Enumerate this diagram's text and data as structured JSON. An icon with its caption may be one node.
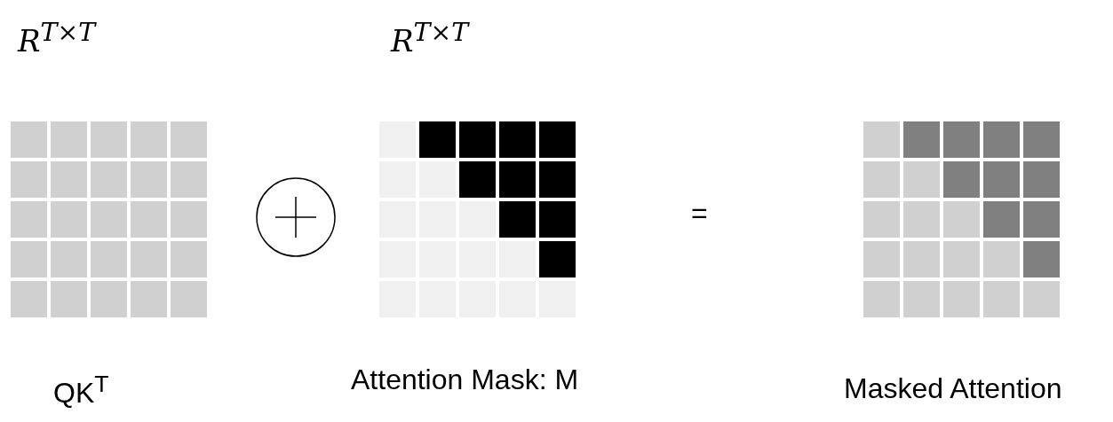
{
  "diagram": {
    "labels": [
      "R$^{T×T}$",
      "R$^{T×T}$",
      "=",
      "QK$^{T}$",
      "Attention Mask: M",
      "Masked Attention"
    ]
  }
}
